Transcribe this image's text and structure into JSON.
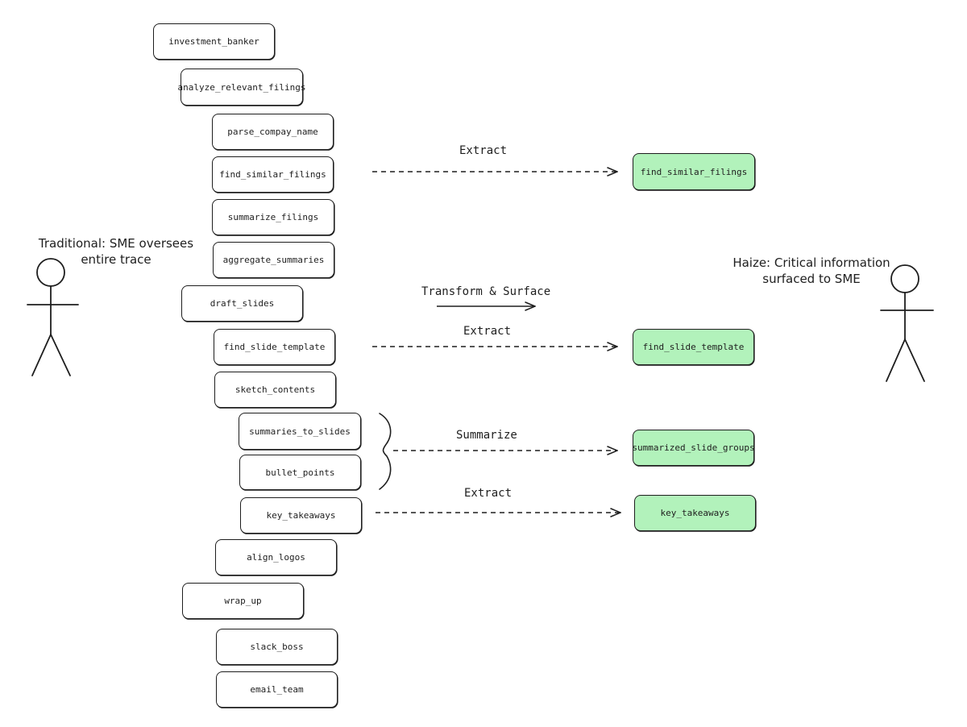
{
  "trace_steps": [
    {
      "id": "investment_banker",
      "label": "investment_banker"
    },
    {
      "id": "analyze_relevant_filings",
      "label": "analyze_relevant_filings"
    },
    {
      "id": "parse_compay_name",
      "label": "parse_compay_name"
    },
    {
      "id": "find_similar_filings",
      "label": "find_similar_filings"
    },
    {
      "id": "summarize_filings",
      "label": "summarize_filings"
    },
    {
      "id": "aggregate_summaries",
      "label": "aggregate_summaries"
    },
    {
      "id": "draft_slides",
      "label": "draft_slides"
    },
    {
      "id": "find_slide_template",
      "label": "find_slide_template"
    },
    {
      "id": "sketch_contents",
      "label": "sketch_contents"
    },
    {
      "id": "summaries_to_slides",
      "label": "summaries_to_slides"
    },
    {
      "id": "bullet_points",
      "label": "bullet_points"
    },
    {
      "id": "key_takeaways",
      "label": "key_takeaways"
    },
    {
      "id": "align_logos",
      "label": "align_logos"
    },
    {
      "id": "wrap_up",
      "label": "wrap_up"
    },
    {
      "id": "slack_boss",
      "label": "slack_boss"
    },
    {
      "id": "email_team",
      "label": "email_team"
    }
  ],
  "surfaced": [
    {
      "id": "find_similar_filings",
      "label": "find_similar_filings"
    },
    {
      "id": "find_slide_template",
      "label": "find_slide_template"
    },
    {
      "id": "summarized_slide_groups",
      "label": "summarized_slide_groups"
    },
    {
      "id": "key_takeaways",
      "label": "key_takeaways"
    }
  ],
  "operations": [
    {
      "label": "Extract",
      "from": "find_similar_filings",
      "to": "find_similar_filings"
    },
    {
      "label": "Extract",
      "from": "find_slide_template",
      "to": "find_slide_template"
    },
    {
      "label": "Summarize",
      "from": [
        "summaries_to_slides",
        "bullet_points"
      ],
      "to": "summarized_slide_groups"
    },
    {
      "label": "Extract",
      "from": "key_takeaways",
      "to": "key_takeaways"
    }
  ],
  "center_label": "Transform & Surface",
  "actors": {
    "traditional": {
      "line1": "Traditional: SME oversees",
      "line2": "entire trace"
    },
    "haize": {
      "line1": "Haize: Critical information",
      "line2": "surfaced to SME"
    }
  },
  "colors": {
    "stroke": "#1e1e1e",
    "surfaced_fill": "#b2f2bb",
    "background": "#ffffff"
  }
}
